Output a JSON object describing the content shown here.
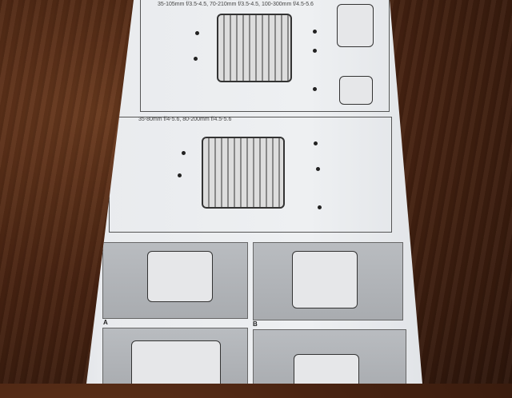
{
  "manual": {
    "caption_top": "35-105mm f/3.5-4.5, 70-210mm f/3.5-4.5, 100-300mm f/4.5-5.6",
    "caption_middle": "35-80mm f/4-5.6, 80-200mm f/4.5-5.6",
    "label_a": "A",
    "label_b": "B"
  }
}
